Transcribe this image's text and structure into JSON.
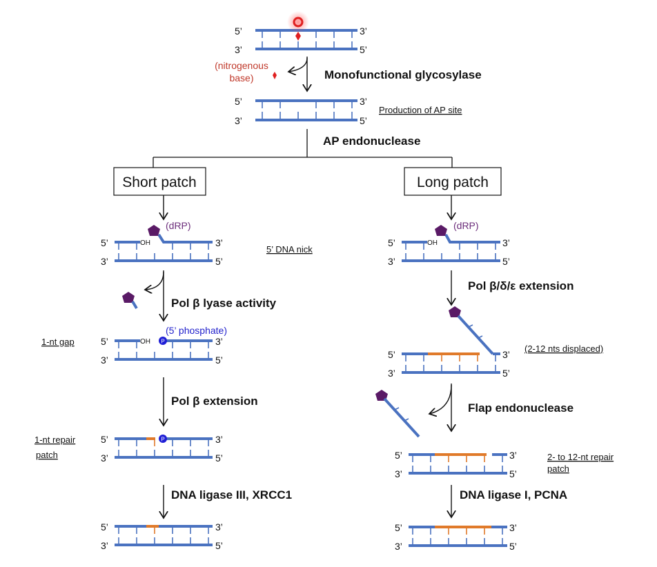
{
  "title": "Base excision repair pathway",
  "colors": {
    "dna": "#4a72c0",
    "repair": "#e07a2a",
    "damage": "#e02020",
    "drp": "#5a1a66",
    "phosphate": "#1f1fd6",
    "text": "#111111"
  },
  "ends": {
    "five": "5’",
    "three": "3’"
  },
  "top": {
    "damaged_base_icon": "red-lesion",
    "released_label_line1": "(nitrogenous",
    "released_label_line2": "base)",
    "step": "Monofunctional  glycosylase",
    "ap_note": "Production of AP site",
    "branch_step": "AP endonuclease"
  },
  "short_patch": {
    "box": "Short patch",
    "drp_label": "(dRP)",
    "oh_label": "OH",
    "nick_note": "5’ DNA nick",
    "step1": "Pol β lyase activity",
    "phosphate_label": "(5’ phosphate)",
    "p_label": "P",
    "gap_note": "1-nt gap",
    "step2": "Pol β extension",
    "repair_note_line1": "1-nt repair",
    "repair_note_line2": "patch",
    "step3": "DNA ligase III, XRCC1"
  },
  "long_patch": {
    "box": "Long patch",
    "drp_label": "(dRP)",
    "oh_label": "OH",
    "step1": "Pol β/δ/ε  extension",
    "displaced_note": "(2-12 nts displaced)",
    "step2": "Flap endonuclease",
    "repair_note_line1": "2- to 12-nt repair",
    "repair_note_line2": "patch",
    "step3": "DNA ligase I, PCNA"
  }
}
